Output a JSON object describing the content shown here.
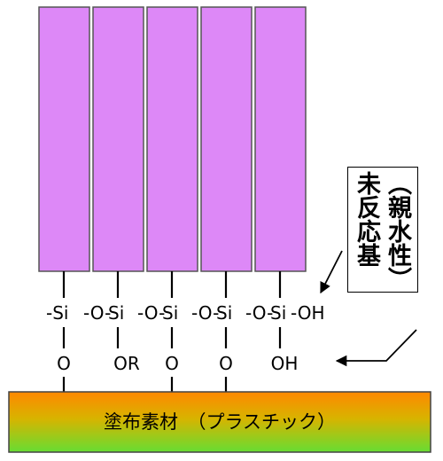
{
  "pillars": {
    "count": 5,
    "color": "#dd88f7",
    "border_color": "#555555"
  },
  "chain": {
    "upper_atoms": [
      "-Si",
      "-O-",
      "Si",
      "-O-",
      "Si",
      "-O-",
      "Si",
      "-O-",
      "Si",
      "-OH"
    ]
  },
  "linkages": [
    "O",
    "OR",
    "O",
    "O",
    "OH"
  ],
  "substrate": {
    "label": "塗布素材　（プラスチック）",
    "gradient_top": "#ff8800",
    "gradient_bottom": "#66dd33"
  },
  "note": {
    "lines": [
      "未反応基",
      "（親水性）"
    ]
  }
}
